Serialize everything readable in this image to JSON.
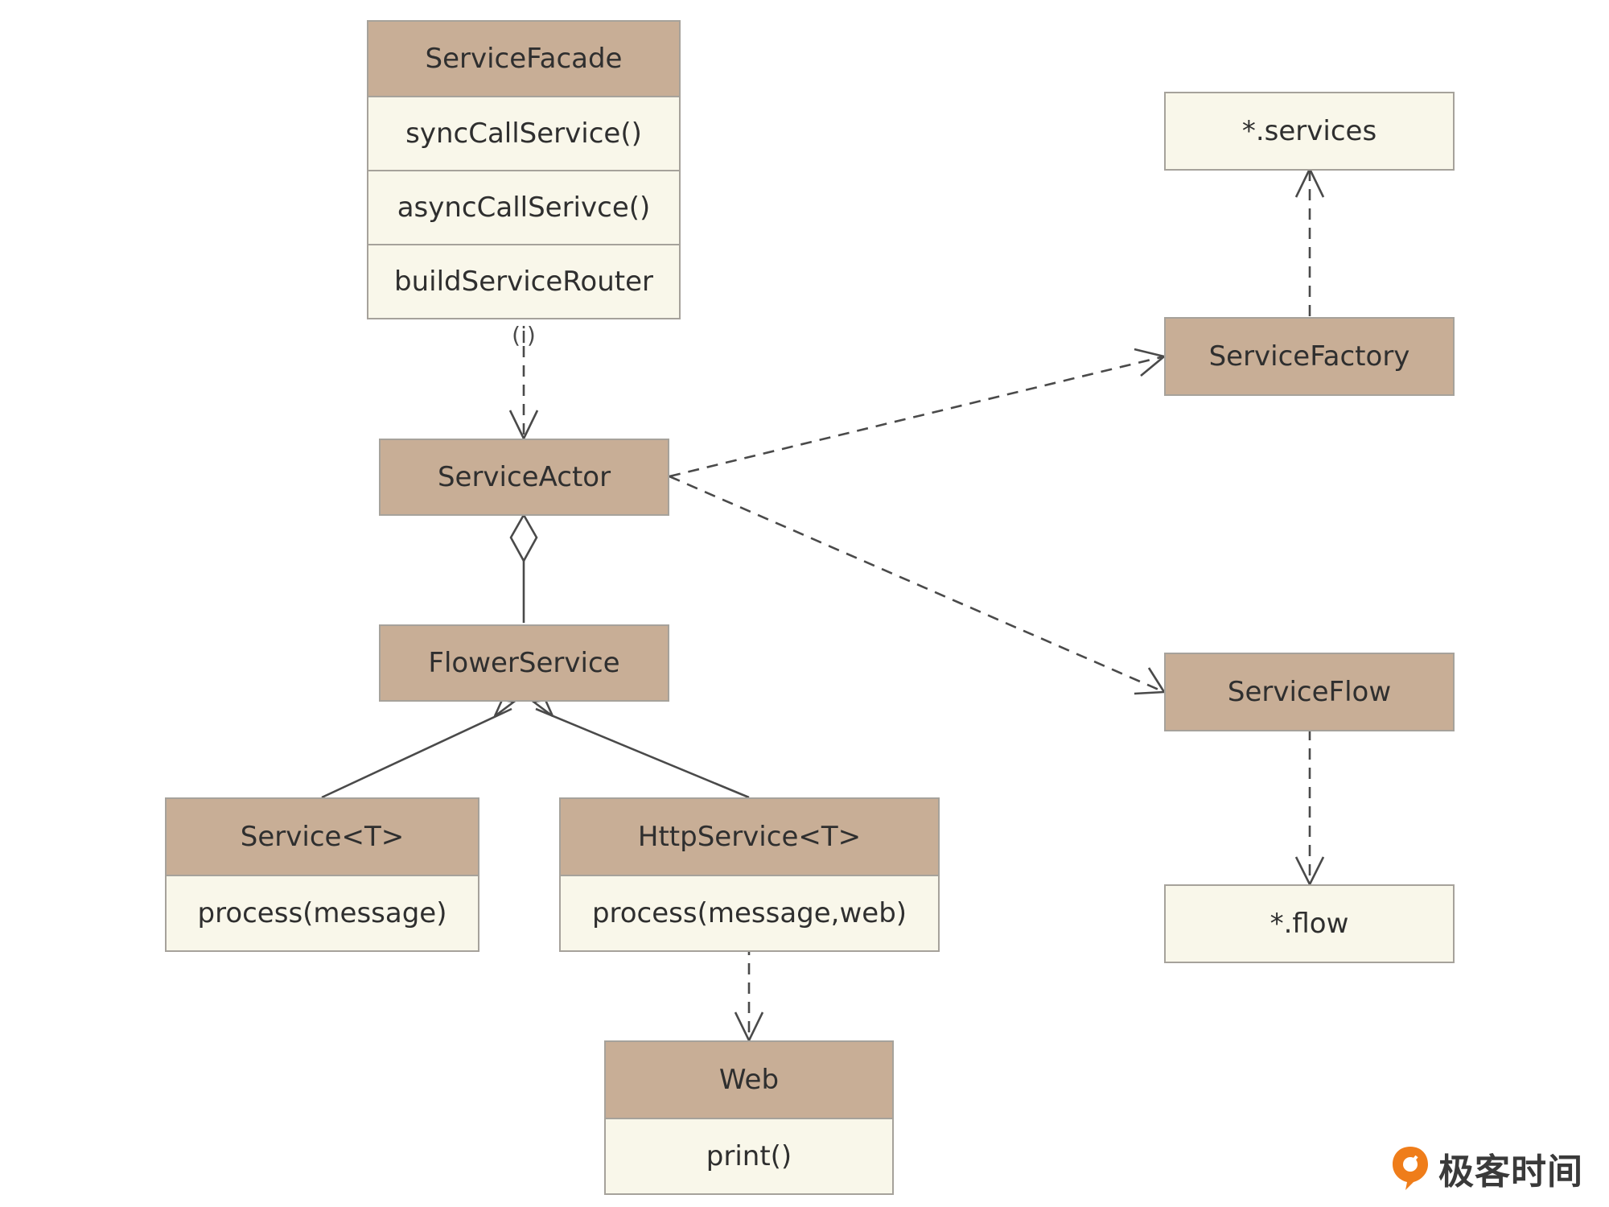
{
  "classes": {
    "service_facade": {
      "name": "ServiceFacade",
      "members": [
        "syncCallService()",
        "asyncCallSerivce()",
        "buildServiceRouter"
      ]
    },
    "service_actor": {
      "name": "ServiceActor"
    },
    "flower_service": {
      "name": "FlowerService"
    },
    "service": {
      "name": "Service<T>",
      "members": [
        "process(message)"
      ]
    },
    "http_service": {
      "name": "HttpService<T>",
      "members": [
        "process(message,web)"
      ]
    },
    "web": {
      "name": "Web",
      "members": [
        "print()"
      ]
    },
    "services_file": {
      "name": "*.services"
    },
    "service_factory": {
      "name": "ServiceFactory"
    },
    "service_flow": {
      "name": "ServiceFlow"
    },
    "flow_file": {
      "name": "*.flow"
    }
  },
  "relations": [
    {
      "from": "ServiceFacade",
      "to": "ServiceActor",
      "kind": "dependency",
      "label": "(i)"
    },
    {
      "from": "ServiceActor",
      "to": "ServiceFactory",
      "kind": "dependency"
    },
    {
      "from": "ServiceActor",
      "to": "ServiceFlow",
      "kind": "dependency"
    },
    {
      "from": "ServiceFactory",
      "to": "*.services",
      "kind": "dependency"
    },
    {
      "from": "ServiceFlow",
      "to": "*.flow",
      "kind": "dependency"
    },
    {
      "from": "FlowerService",
      "to": "ServiceActor",
      "kind": "aggregation"
    },
    {
      "from": "Service<T>",
      "to": "FlowerService",
      "kind": "generalization"
    },
    {
      "from": "HttpService<T>",
      "to": "FlowerService",
      "kind": "generalization"
    },
    {
      "from": "HttpService<T>",
      "to": "Web",
      "kind": "dependency"
    }
  ],
  "colors": {
    "header_fill": "#c8ae96",
    "member_fill": "#f9f7ea",
    "border": "#a6a29b",
    "line": "#4a4a4a",
    "logo_orange": "#ef7d1a"
  },
  "logo": {
    "text": "极客时间"
  }
}
